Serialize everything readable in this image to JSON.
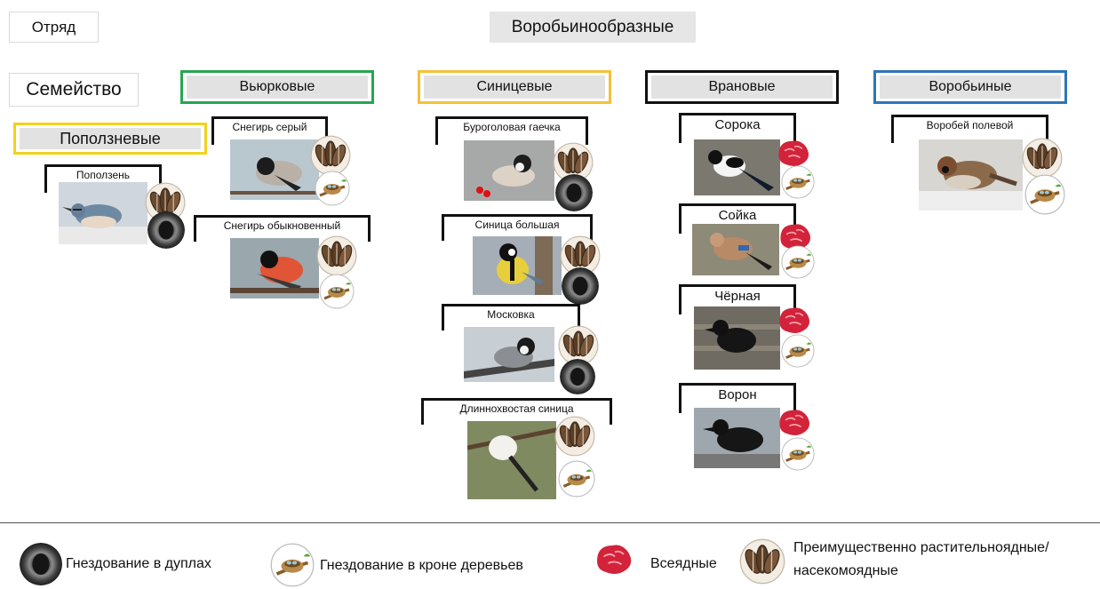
{
  "header": {
    "order_label": "Отряд",
    "order_value": "Воробьинообразные",
    "family_label": "Семейство"
  },
  "families": {
    "sitta": {
      "name": "Поползневые",
      "species": [
        "Поползень"
      ]
    },
    "fringillidae": {
      "name": "Вьюрковые",
      "species": [
        "Снегирь серый",
        "Снегирь обыкновенный"
      ]
    },
    "paridae": {
      "name": "Синицевые",
      "species": [
        "Буроголовая гаечка",
        "Синица большая",
        "Московка",
        "Длиннохвостая синица"
      ]
    },
    "corvidae": {
      "name": "Врановые",
      "species": [
        "Сорока",
        "Сойка",
        "Чёрная",
        "Ворон"
      ]
    },
    "passeridae": {
      "name": "Воробьиные",
      "species": [
        "Воробей полевой"
      ]
    }
  },
  "legend": {
    "hollow": "Гнездование в дуплах",
    "crown": "Гнездование в кроне деревьев",
    "omnivore": "Всеядные",
    "plant_line1": "Преимущественно растительноядные/",
    "plant_line2": "насекомоядные"
  },
  "icons": [
    "tree-hollow-icon",
    "tree-nest-icon",
    "meat-icon",
    "seeds-icon"
  ],
  "colors": {
    "sitta": "#f2d21b",
    "paridae": "#f3c13a",
    "fringillidae": "#27a551",
    "corvidae": "#111111",
    "passeridae": "#2d75b6"
  }
}
